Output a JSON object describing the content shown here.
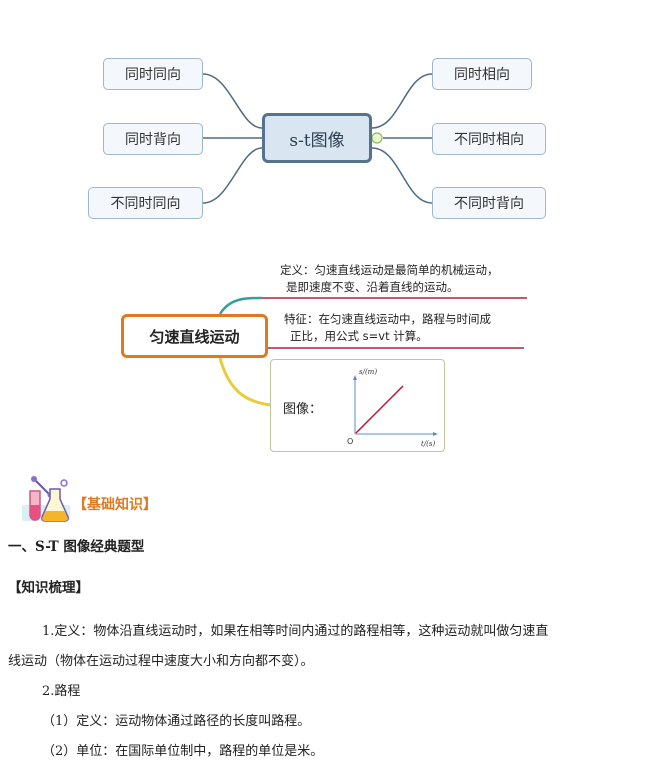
{
  "mindmap1": {
    "center": "s-t图像",
    "left_nodes": [
      "同时同向",
      "同时背向",
      "不同时同向"
    ],
    "right_nodes": [
      "同时相向",
      "不同时相向",
      "不同时背向"
    ]
  },
  "mindmap2": {
    "main": "匀速直线运动",
    "definition_line1": "定义：匀速直线运动是最简单的机械运动，",
    "definition_line2": "是即速度不变、沿着直线的运动。",
    "feature_line1": "特征：在匀速直线运动中，路程与时间成",
    "feature_line2": "正比，用公式 s=vt 计算。",
    "graph_label": "图像：",
    "graph_ylabel": "s/(m)",
    "graph_xlabel": "t/(s)",
    "graph_origin": "O"
  },
  "section": {
    "badge": "【基础知识】",
    "heading": "一、S-T 图像经典题型",
    "subheading": "【知识梳理】",
    "p1_line1": "1.定义：物体沿直线运动时，如果在相等时间内通过的路程相等，这种运动就叫做匀速直",
    "p1_line2": "线运动（物体在运动过程中速度大小和方向都不变）。",
    "p2": "2.路程",
    "p3": "（1）定义：运动物体通过路径的长度叫路程。",
    "p4": "（2）单位：在国际单位制中，路程的单位是米。"
  },
  "colors": {
    "mm1_line": "#4f6a80",
    "mm1_node_border": "#9fb7cc",
    "mm2_orange": "#e07a1f",
    "mm2_red_line": "#b3203a",
    "mm2_teal": "#2fa39a",
    "mm2_yellow": "#e9cc3a",
    "badge_orange": "#e07a1f"
  }
}
